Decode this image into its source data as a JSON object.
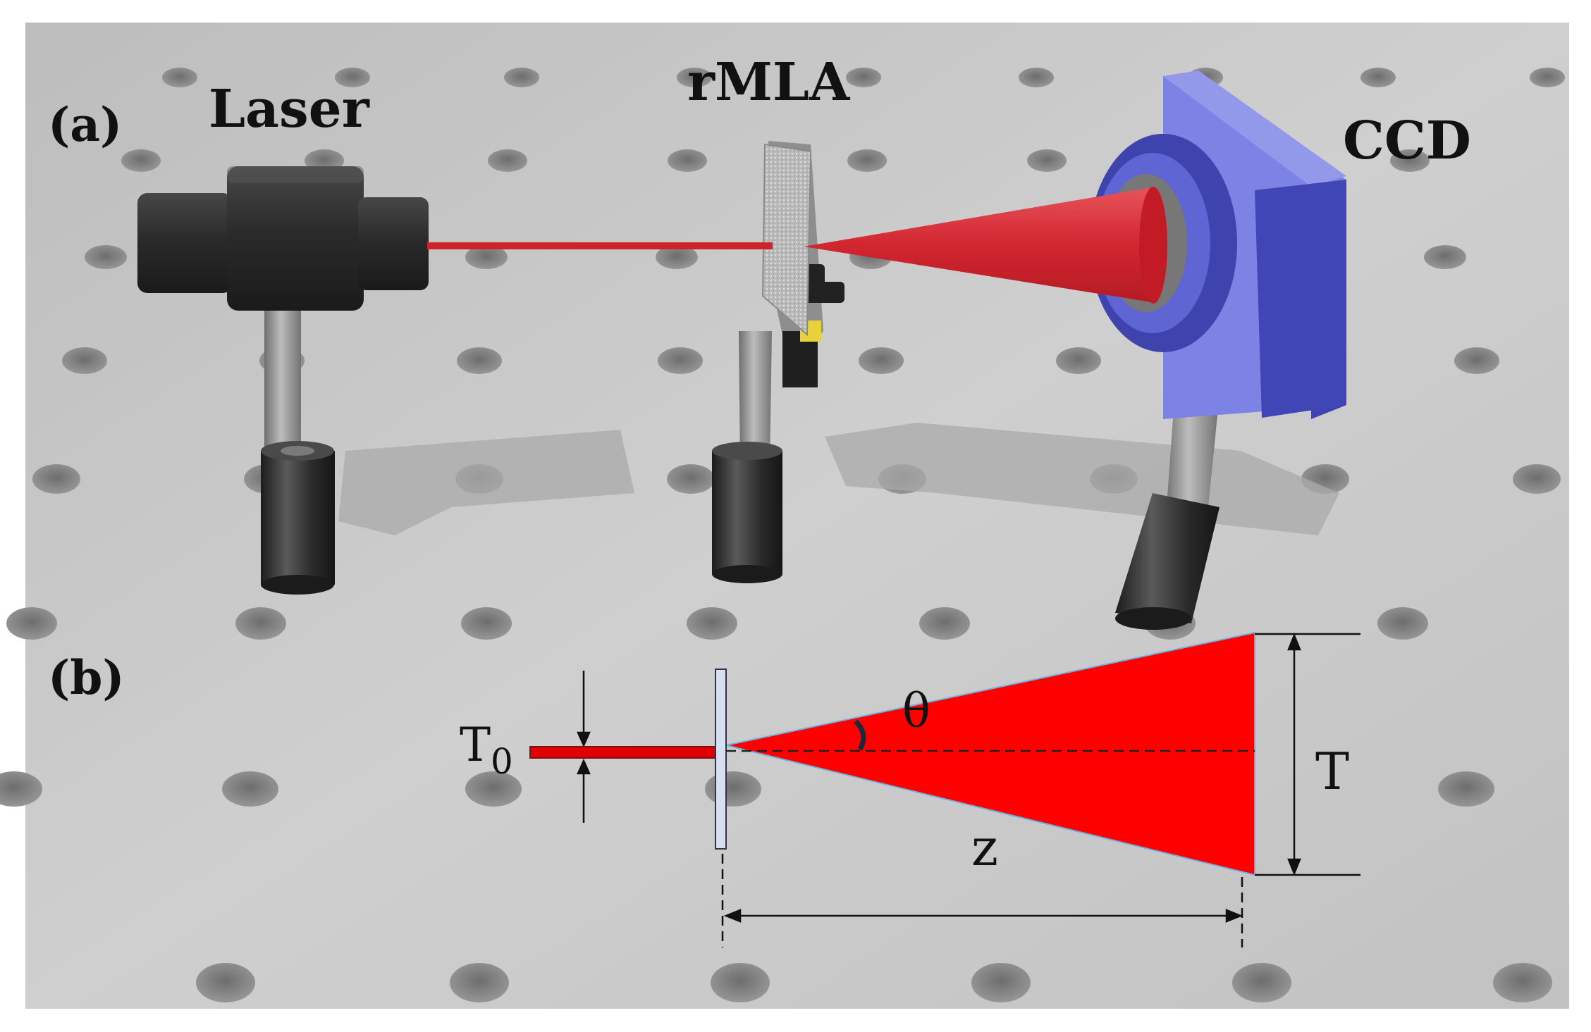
{
  "panel_a": {
    "panel_label": "(a)",
    "labels": {
      "laser": "Laser",
      "rmla": "rMLA",
      "ccd": "CCD"
    }
  },
  "panel_b": {
    "panel_label": "(b)",
    "labels": {
      "input_thickness": "T",
      "input_thickness_subscript": "0",
      "angle": "θ",
      "output_thickness": "T",
      "distance": "z"
    }
  },
  "colors": {
    "background_table": "#c4c4c4",
    "laser_body": "#2e2e2e",
    "beam_red": "#ff0000",
    "beam_cone_3d": "#d42a32",
    "ccd_blue": "#5459c9",
    "ccd_face": "#7c83e4",
    "mla_plate": "#d7dff0"
  }
}
